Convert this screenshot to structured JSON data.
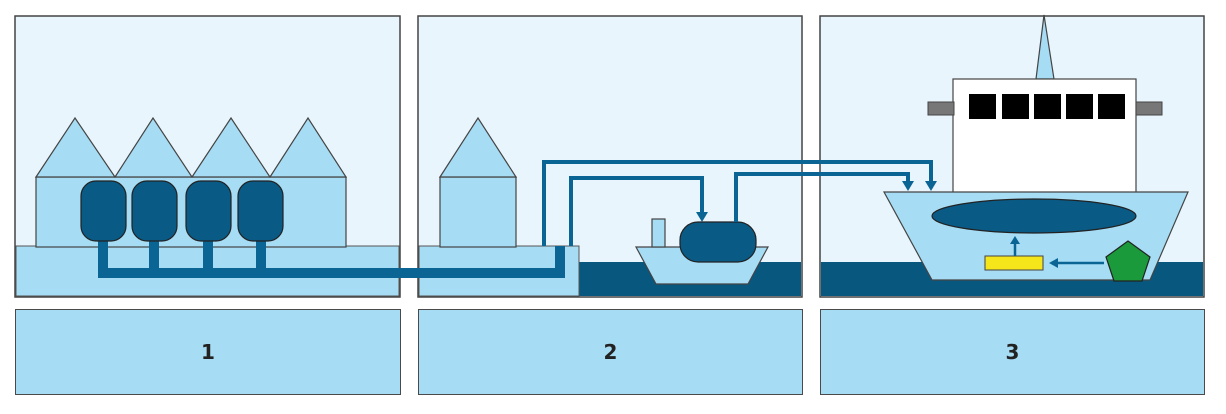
{
  "colors": {
    "sky": "#e9f5fc",
    "light_blue": "#a6dcf4",
    "mid_blue": "#9fd6ef",
    "dark_blue": "#0a5a86",
    "water": "#08577f",
    "pipe": "#0b6594",
    "outline": "#333333",
    "yellow": "#f5e51b",
    "green": "#1a9a3a",
    "gray": "#777777",
    "black": "#000000",
    "white": "#ffffff"
  },
  "panels": [
    {
      "label": "1"
    },
    {
      "label": "2"
    },
    {
      "label": "3"
    }
  ]
}
